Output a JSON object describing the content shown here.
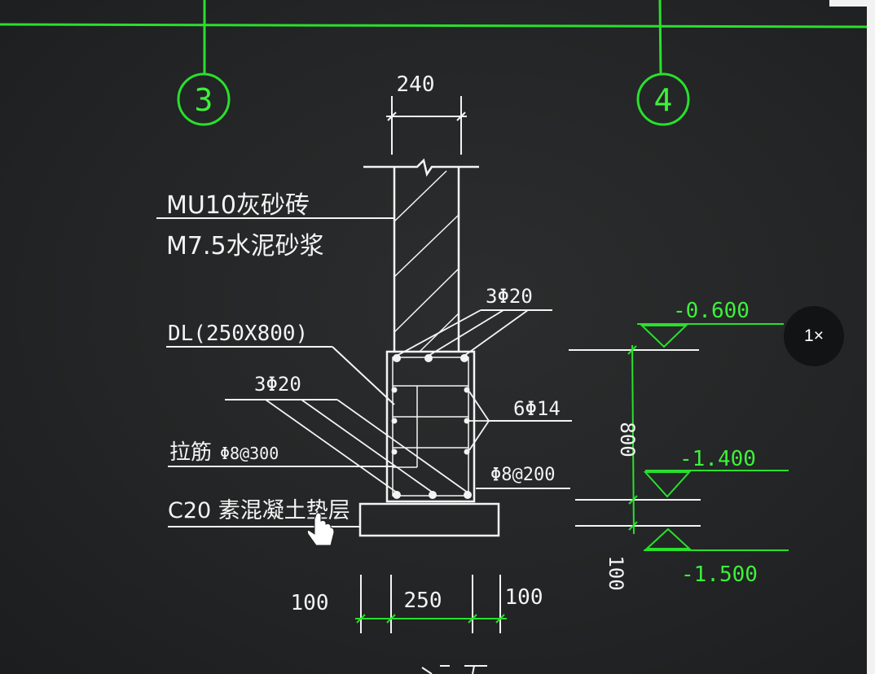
{
  "grid_axes": [
    {
      "id": "axis-3",
      "label": "3"
    },
    {
      "id": "axis-4",
      "label": "4"
    }
  ],
  "labels": {
    "brick": "MU10灰砂砖",
    "mortar": "M7.5水泥砂浆",
    "beam": "DL(250X800)",
    "top_bars": "3Φ20",
    "bottom_bars": "3Φ20",
    "tie_label": "拉筋",
    "tie_spec": "Φ8@300",
    "side_bars": "6Φ14",
    "stirrups": "Φ8@200",
    "cushion": "C20 素混凝土垫层"
  },
  "dimensions": {
    "wall_width": "240",
    "beam_height": "800",
    "cushion_thickness": "100",
    "left_offset": "100",
    "beam_width": "250",
    "right_offset": "100"
  },
  "elevations": {
    "top": "-0.600",
    "middle": "-1.400",
    "bottom": "-1.500"
  },
  "zoom": {
    "label": "1×"
  },
  "colors": {
    "background": "#232526",
    "linework": "#f4f4f4",
    "grid_green": "#29e02c"
  }
}
